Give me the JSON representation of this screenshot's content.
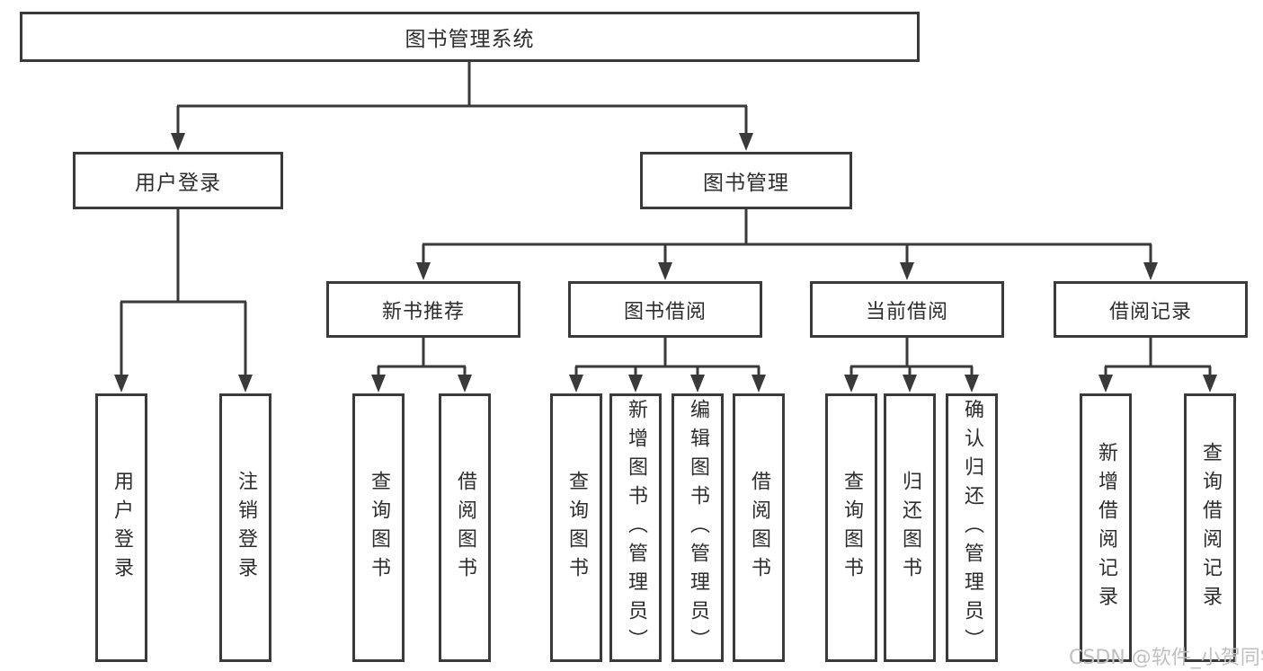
{
  "tree": {
    "root": "图书管理系统",
    "level2": [
      {
        "label": "用户登录",
        "leaves": [
          "用户登录",
          "注销登录"
        ]
      },
      {
        "label": "图书管理",
        "groups": [
          {
            "label": "新书推荐",
            "leaves": [
              "查询图书",
              "借阅图书"
            ]
          },
          {
            "label": "图书借阅",
            "leaves": [
              "查询图书",
              "新增图书（管理员）",
              "编辑图书（管理员）",
              "借阅图书"
            ]
          },
          {
            "label": "当前借阅",
            "leaves": [
              "查询图书",
              "归还图书",
              "确认归还（管理员）"
            ]
          },
          {
            "label": "借阅记录",
            "leaves": [
              "新增借阅记录",
              "查询借阅记录"
            ]
          }
        ]
      }
    ]
  },
  "watermark": "CSDN @软件_小贺同学",
  "colors": {
    "line": "#3a3a3a",
    "text": "#2d2d2d",
    "background": "#ffffff",
    "watermark": "#c0c0c0"
  }
}
